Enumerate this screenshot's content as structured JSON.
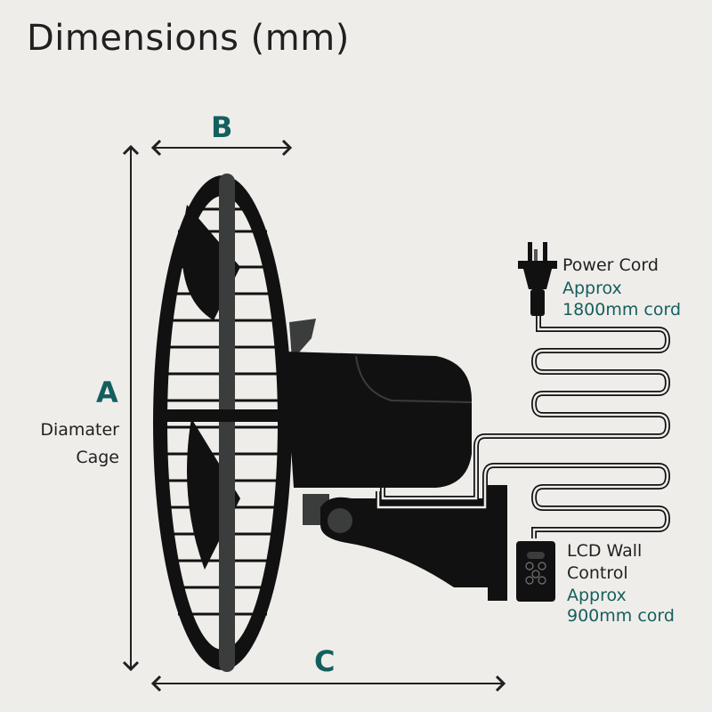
{
  "title": "Dimensions (mm)",
  "dimensions": {
    "a_label": "A",
    "a_caption_line1": "Diamater",
    "a_caption_line2": "Cage",
    "b_label": "B",
    "c_label": "C"
  },
  "power_cord": {
    "title": "Power Cord",
    "line1": "Approx",
    "line2": "1800mm cord"
  },
  "wall_control": {
    "title_line1": "LCD Wall",
    "title_line2": "Control",
    "line1": "Approx",
    "line2": "900mm cord"
  },
  "colors": {
    "text": "#231f20",
    "accent": "#145f5e",
    "background": "#efedea"
  }
}
